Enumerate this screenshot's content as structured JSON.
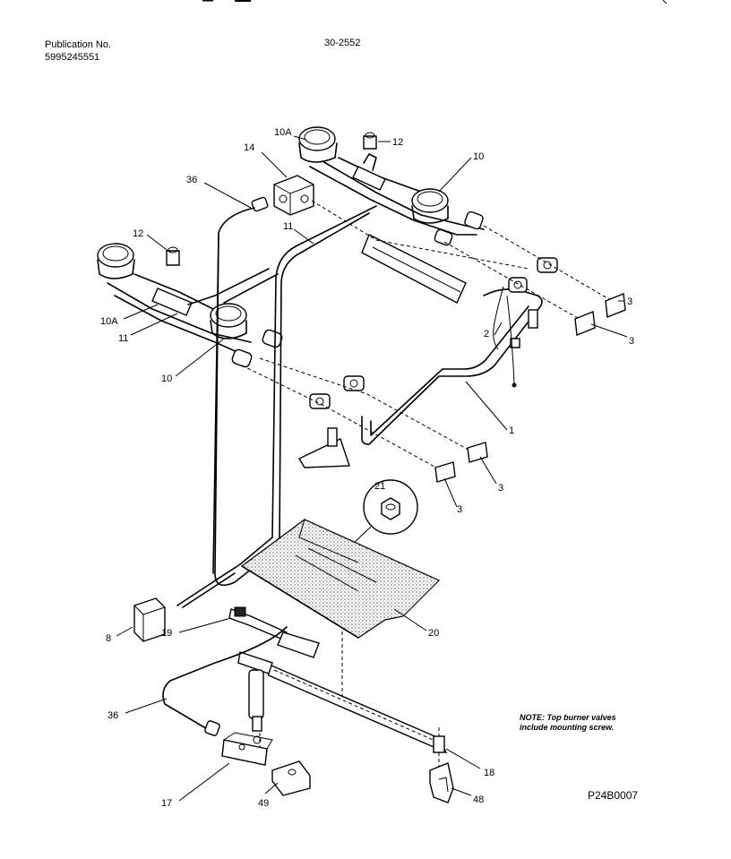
{
  "header": {
    "publication_label": "Publication No.",
    "publication_number": "5995245551",
    "document_code": "30-2552"
  },
  "figure_code": "P24B0007",
  "note": {
    "line1": "NOTE: Top burner valves",
    "line2": "include mounting screw."
  },
  "callouts": {
    "c10A_top": "10A",
    "c12_top": "12",
    "c14": "14",
    "c10_top": "10",
    "c36_top": "36",
    "c11_top": "11",
    "c12_left": "12",
    "c3_a": "3",
    "c10A_left": "10A",
    "c11_left": "11",
    "c2": "2",
    "c3_b": "3",
    "c10_left": "10",
    "c1": "1",
    "c3_c": "3",
    "c3_d": "3",
    "c21": "21",
    "c8": "8",
    "c19": "19",
    "c20": "20",
    "c36_bottom": "36",
    "c18": "18",
    "c17": "17",
    "c49": "49",
    "c48": "48"
  }
}
